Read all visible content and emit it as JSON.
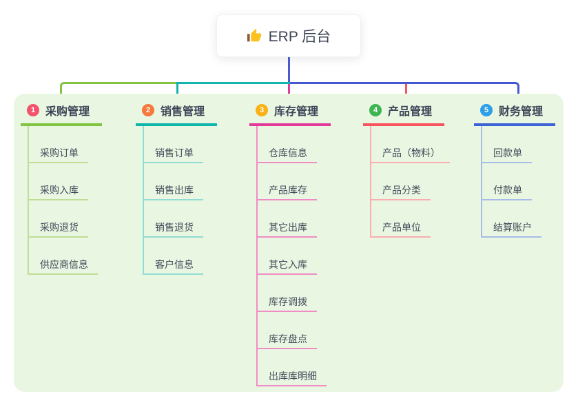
{
  "canvas": {
    "background": "#ffffff",
    "panel_background": "#e9f6e2"
  },
  "root": {
    "icon": "thumbs-up-icon",
    "title": "ERP 后台"
  },
  "connectors": {
    "root_line_color": "#4b5ad0",
    "bus_left_color": "#82c341",
    "bus_mid_color": "#10b5ab",
    "bus_right_color": "#4459d0"
  },
  "branches": [
    {
      "index": "1",
      "label": "采购管理",
      "badge_color": "#f4516c",
      "line_color": "#82c341",
      "child_line_color": "#bede96",
      "children": [
        "采购订单",
        "采购入库",
        "采购退货",
        "供应商信息"
      ]
    },
    {
      "index": "2",
      "label": "销售管理",
      "badge_color": "#f5793b",
      "line_color": "#10b5ab",
      "child_line_color": "#93dcd4",
      "children": [
        "销售订单",
        "销售出库",
        "销售退货",
        "客户信息"
      ]
    },
    {
      "index": "3",
      "label": "库存管理",
      "badge_color": "#f9b115",
      "line_color": "#e23a98",
      "child_line_color": "#f08cc3",
      "children": [
        "仓库信息",
        "产品库存",
        "其它出库",
        "其它入库",
        "库存调拨",
        "库存盘点",
        "出库库明细"
      ]
    },
    {
      "index": "4",
      "label": "产品管理",
      "badge_color": "#3db550",
      "line_color": "#f85460",
      "child_line_color": "#fbadb2",
      "children": [
        "产品（物料）",
        "产品分类",
        "产品单位"
      ]
    },
    {
      "index": "5",
      "label": "财务管理",
      "badge_color": "#2d9fe8",
      "line_color": "#3e63d6",
      "child_line_color": "#a8bce8",
      "children": [
        "回款单",
        "付款单",
        "结算账户"
      ]
    }
  ]
}
